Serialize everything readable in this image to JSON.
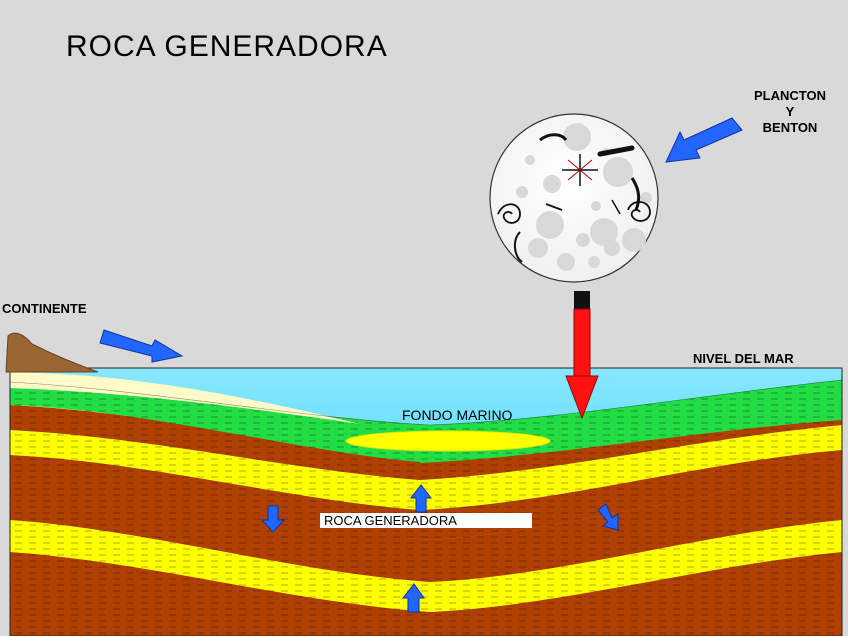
{
  "title": "ROCA GENERADORA",
  "labels": {
    "plancton_lines": [
      "PLANCTON",
      "Y",
      "BENTON"
    ],
    "continente": "CONTINENTE",
    "nivel_del_mar": "NIVEL DEL MAR",
    "fondo_marino": "FONDO MARINO",
    "roca_generadora": "ROCA GENERADORA"
  },
  "colors": {
    "background": "#d9d9d9",
    "sea": "#22c8ff",
    "green_layer": "#22dd44",
    "yellow_layer": "#ffff00",
    "brown_layer": "#b04000",
    "magenta_base": "#ff33bb",
    "continent": "#996633",
    "arrow_blue": "#2266ff",
    "arrow_red": "#ff1111"
  },
  "icons": [
    "plankton-sphere-icon",
    "flow-arrow-icon",
    "sinking-arrow-icon"
  ]
}
